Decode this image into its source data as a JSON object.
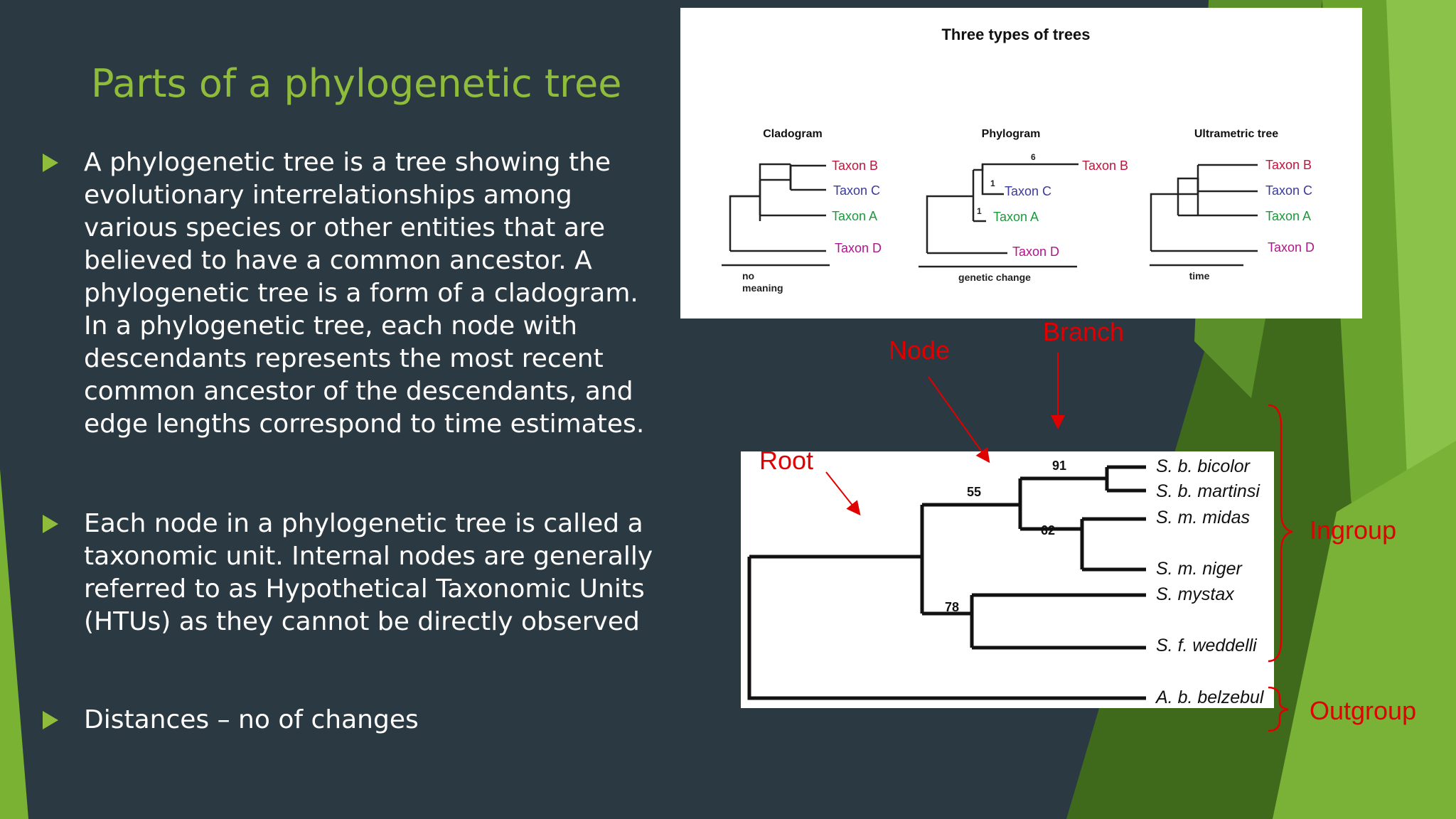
{
  "slide": {
    "title": "Parts of a phylogenetic tree",
    "bullets": [
      {
        "text": "A phylogenetic tree is a tree showing the evolutionary interrelationships among various species or other entities that are believed to have a common ancestor. A phylogenetic tree is a form of a cladogram. In a phylogenetic tree, each node with descendants represents the most recent common ancestor of the descendants, and edge lengths correspond to time estimates."
      },
      {
        "text": "Each node in a phylogenetic tree is called a taxonomic unit. Internal nodes are generally referred to as Hypothetical Taxonomic Units (HTUs) as they cannot be directly observed"
      },
      {
        "text": "Distances – no of changes"
      }
    ]
  },
  "figure_top": {
    "title": "Three types of trees",
    "panels": [
      {
        "name": "Cladogram",
        "scale_label_1": "no",
        "scale_label_2": "meaning",
        "taxa": [
          "Taxon B",
          "Taxon C",
          "Taxon A",
          "Taxon D"
        ]
      },
      {
        "name": "Phylogram",
        "scale_label_1": "genetic change",
        "taxa": [
          "Taxon B",
          "Taxon C",
          "Taxon A",
          "Taxon D"
        ],
        "branch_labels": [
          "6",
          "1",
          "1"
        ]
      },
      {
        "name": "Ultrametric tree",
        "scale_label_1": "time",
        "taxa": [
          "Taxon B",
          "Taxon C",
          "Taxon A",
          "Taxon D"
        ]
      }
    ],
    "taxon_colors": {
      "Taxon B": "#c0143c",
      "Taxon C": "#3a3a9a",
      "Taxon A": "#1a9a3a",
      "Taxon D": "#b0148c"
    }
  },
  "figure_bottom": {
    "taxa": [
      "S. b. bicolor",
      "S. b. martinsi",
      "S. m. midas",
      "S. m. niger",
      "S. mystax",
      "S. f. weddelli",
      "A. b. belzebul"
    ],
    "support_values": [
      "91",
      "55",
      "62",
      "78"
    ]
  },
  "annotations": {
    "root": "Root",
    "node": "Node",
    "branch": "Branch",
    "ingroup": "Ingroup",
    "outgroup": "Outgroup",
    "color": "#e00000"
  },
  "theme": {
    "background": "#2b3a42",
    "accent_green": "#8fbc3a"
  }
}
